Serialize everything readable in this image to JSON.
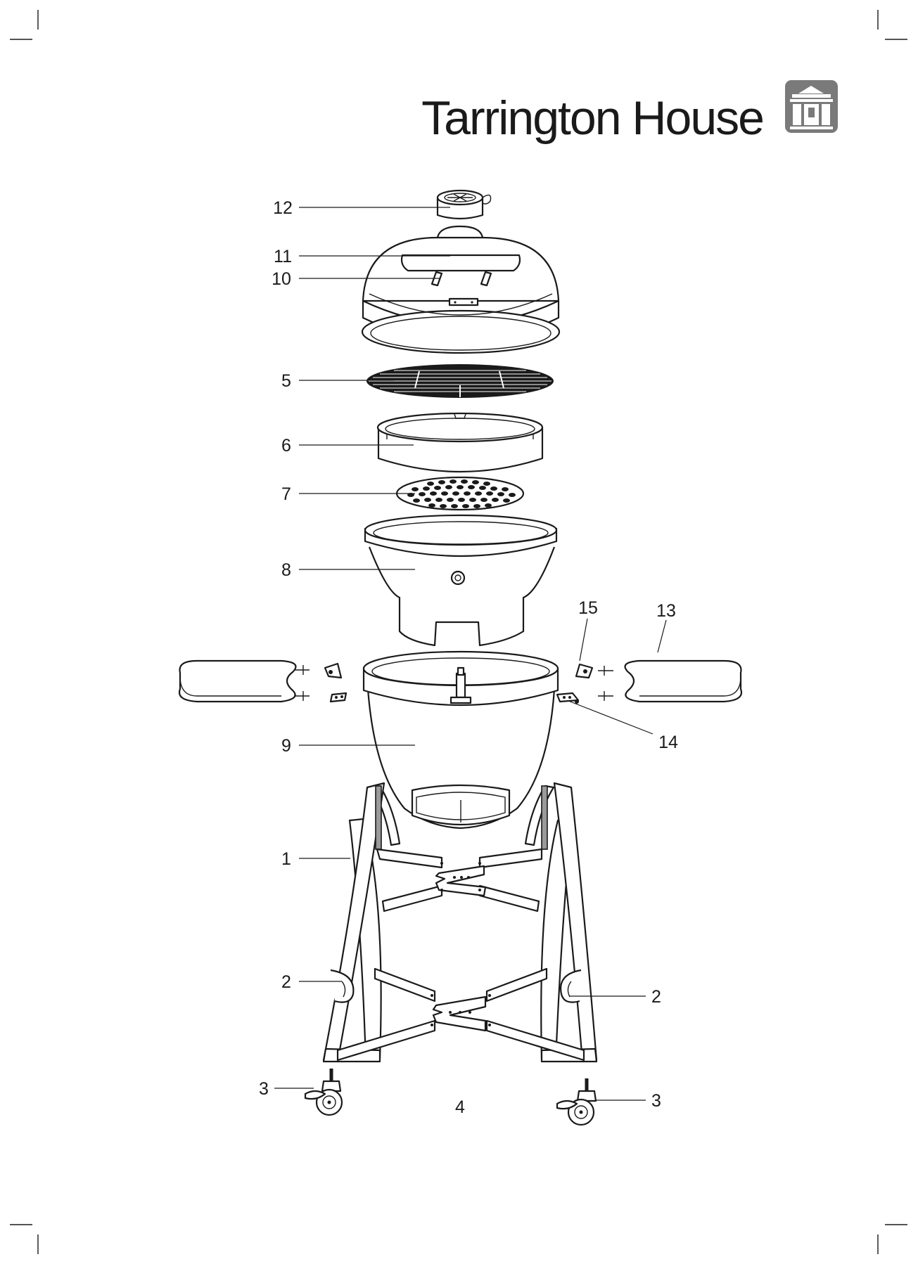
{
  "brand": {
    "name": "Tarrington House",
    "logo_color": "#7a7a7a"
  },
  "page_number": "4",
  "callouts": {
    "c12": "12",
    "c11": "11",
    "c10": "10",
    "c5": "5",
    "c6": "6",
    "c7": "7",
    "c8": "8",
    "c15": "15",
    "c13": "13",
    "c9": "9",
    "c14": "14",
    "c1": "1",
    "c2_left": "2",
    "c2_right": "2",
    "c3_left": "3",
    "c3_right": "3"
  }
}
